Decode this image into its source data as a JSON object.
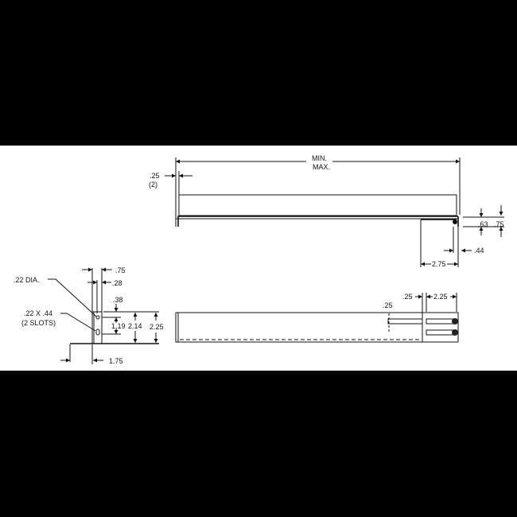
{
  "drawing": {
    "top_view": {
      "length_min": "MIN.",
      "length_max": "MAX.",
      "flange": ".25",
      "flange_count": "(2)",
      "dim_63": ".63",
      "dim_75": ".75",
      "dim_44": ".44",
      "dim_275": "2.75"
    },
    "side_view": {
      "hole_label": ".22 DIA.",
      "slot_label": ".22 X .44",
      "slot_count": "(2 SLOTS)",
      "dim_75": ".75",
      "dim_28": ".28",
      "dim_38": ".38",
      "dim_119": "1.19",
      "dim_214": "2.14",
      "dim_225": "2.25",
      "dim_175": "1.75"
    },
    "front_view": {
      "dim_25_vertical": ".25",
      "dim_25_horizontal": ".25",
      "dim_225": "2.25"
    }
  }
}
